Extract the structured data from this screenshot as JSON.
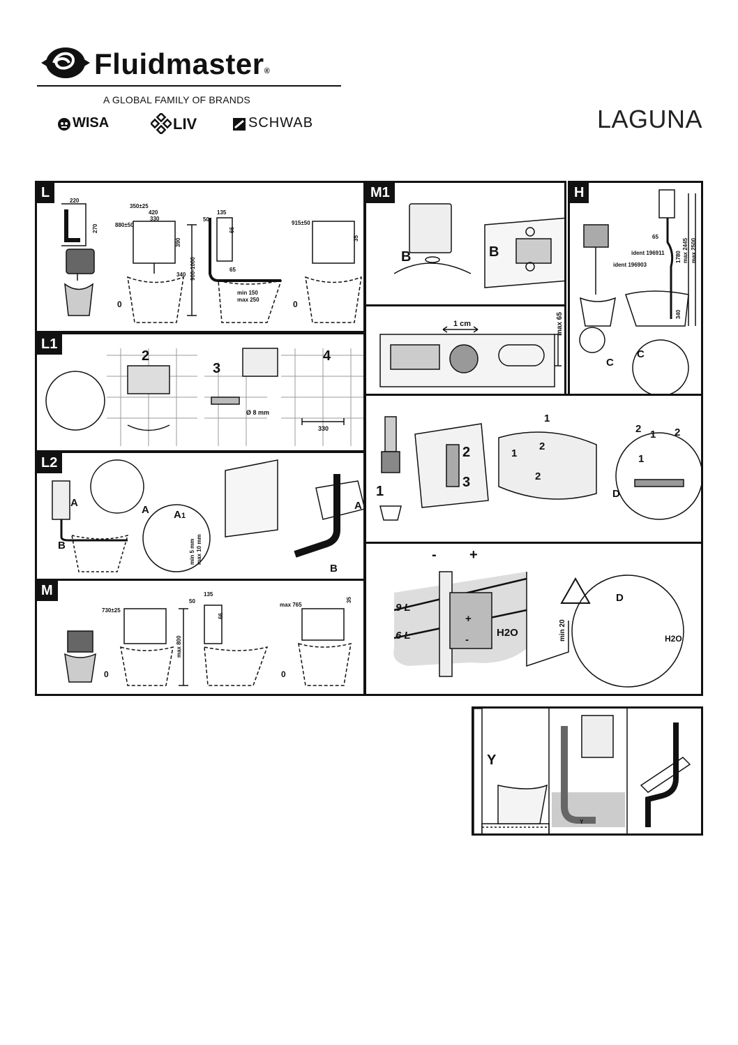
{
  "header": {
    "brand_name": "Fluidmaster",
    "brand_mark": "®",
    "tagline": "A GLOBAL FAMILY OF BRANDS",
    "sub_brands": [
      "WISA",
      "LIV",
      "SCHWAB"
    ],
    "product_name": "LAGUNA"
  },
  "panels": {
    "L": {
      "tag": "L",
      "dims": [
        "220",
        "270",
        "350±25",
        "420",
        "330",
        "880±50",
        "390",
        "340",
        "900-1000",
        "0",
        "135",
        "50",
        "66",
        "65",
        "min 150",
        "max 250",
        "915±50",
        "35",
        "0"
      ]
    },
    "M1": {
      "tag": "M1",
      "labels": [
        "B",
        "B"
      ]
    },
    "H": {
      "tag": "H",
      "dims": [
        "65",
        "ident 196911",
        "ident 196903",
        "1780",
        "max 2445",
        "max 2500",
        "340"
      ],
      "labels": [
        "C",
        "C"
      ]
    },
    "M1b": {
      "dims": [
        "1 cm",
        "max 65"
      ]
    },
    "L1": {
      "tag": "L1",
      "steps": [
        "2",
        "3",
        "4"
      ],
      "dims": [
        "Ø 8 mm",
        "330"
      ]
    },
    "service": {
      "steps": [
        "1",
        "2",
        "3",
        "1",
        "2",
        "1",
        "2",
        "2",
        "2",
        "1",
        "1"
      ],
      "labels": [
        "D"
      ]
    },
    "L2": {
      "tag": "L2",
      "labels": [
        "A",
        "B",
        "A",
        "A",
        "A",
        "B"
      ],
      "dims": [
        "1",
        "min 5 mm",
        "max 10 mm"
      ]
    },
    "adjust": {
      "labels": [
        "-",
        "+",
        "9 L",
        "6 L",
        "+",
        "-",
        "H2O",
        "min 20",
        "D",
        "H2O"
      ]
    },
    "M": {
      "tag": "M",
      "dims": [
        "730±25",
        "max 800",
        "0",
        "135",
        "50",
        "66",
        "max 765",
        "35",
        "0"
      ]
    },
    "Y": {
      "labels": [
        "Y",
        "Y"
      ]
    }
  }
}
